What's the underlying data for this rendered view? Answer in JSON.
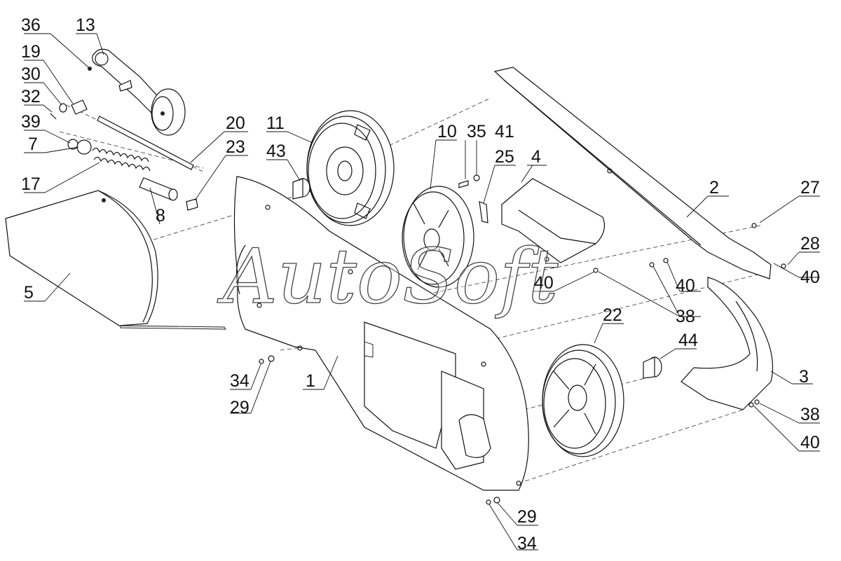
{
  "watermark": "AutoSoft",
  "callouts": {
    "p36": "36",
    "p13": "13",
    "p19": "19",
    "p30": "30",
    "p32": "32",
    "p39": "39",
    "p7": "7",
    "p17": "17",
    "p8": "8",
    "p20": "20",
    "p23": "23",
    "p5": "5",
    "p11": "11",
    "p43": "43",
    "p10": "10",
    "p35": "35",
    "p41": "41",
    "p25": "25",
    "p4": "4",
    "p2": "2",
    "p27": "27",
    "p28": "28",
    "p40a": "40",
    "p40b": "40",
    "p40c": "40",
    "p38a": "38",
    "p38b": "38",
    "p40d": "40",
    "p22": "22",
    "p44": "44",
    "p3": "3",
    "p1": "1",
    "p34a": "34",
    "p29a": "29",
    "p29b": "29",
    "p34b": "34"
  }
}
